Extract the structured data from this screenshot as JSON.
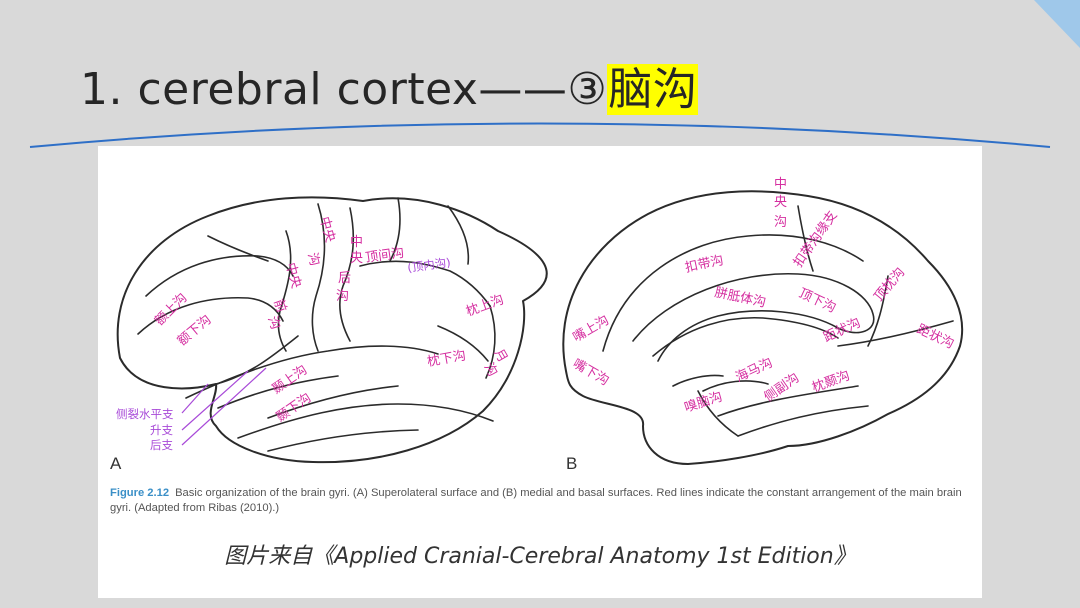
{
  "title": {
    "main": "1. cerebral cortex——③",
    "highlight": "脑沟"
  },
  "colors": {
    "background": "#d9d9d9",
    "highlight": "#ffff00",
    "accent_line": "#2e6fc7",
    "label_pink": "#d52fa0",
    "label_purple": "#a84ad8",
    "corner_blue": "#9fc8ea"
  },
  "figure": {
    "panel_a": {
      "letter": "A",
      "labels": {
        "zhongyang_1": "中央",
        "zhongyang_1b": "沟",
        "zhongyang_2": "中",
        "zhongyang_2b": "央",
        "zhongyang_2c": "后",
        "zhongyang_2d": "沟",
        "zhongyang_3": "中央",
        "zhongyang_3b": "前",
        "zhongyang_3c": "沟",
        "dingjian": "顶间沟",
        "dingnei": "(顶内沟)",
        "eshang": "额上沟",
        "exia": "额下沟",
        "zhenshang_occ": "枕上沟",
        "zhenxia": "枕下沟",
        "yue": "月",
        "yue2": "沟",
        "nieshang": "颞上沟",
        "niexia": "颞下沟",
        "celie_shuiping": "侧裂水平支",
        "shengzhi": "升支",
        "houzhi": "后支"
      }
    },
    "panel_b": {
      "letter": "B",
      "labels": {
        "zhong": "中",
        "yang": "央",
        "gou": "沟",
        "kou_dai": "扣带沟",
        "kou_dai_yuan": "扣带沟缘支",
        "pianzhiti": "胼胝体沟",
        "dingxia": "顶下沟",
        "dingzhen": "顶枕沟",
        "ju_zhuang": "距状沟",
        "ju_zhuang2": "距状沟",
        "zuishang": "嘴上沟",
        "zuixia": "嘴下沟",
        "haima": "海马沟",
        "cepang": "侧副沟",
        "xiunao": "嗅脑沟",
        "zhennie": "枕颞沟"
      }
    },
    "caption": {
      "number": "Figure 2.12",
      "text": "Basic organization of the brain gyri. (A) Superolateral surface and (B) medial and basal surfaces. Red lines indicate the constant arrangement of the main brain gyri. (Adapted from Ribas (2010).)"
    },
    "source": "图片来自《Applied Cranial-Cerebral Anatomy 1st Edition》"
  }
}
